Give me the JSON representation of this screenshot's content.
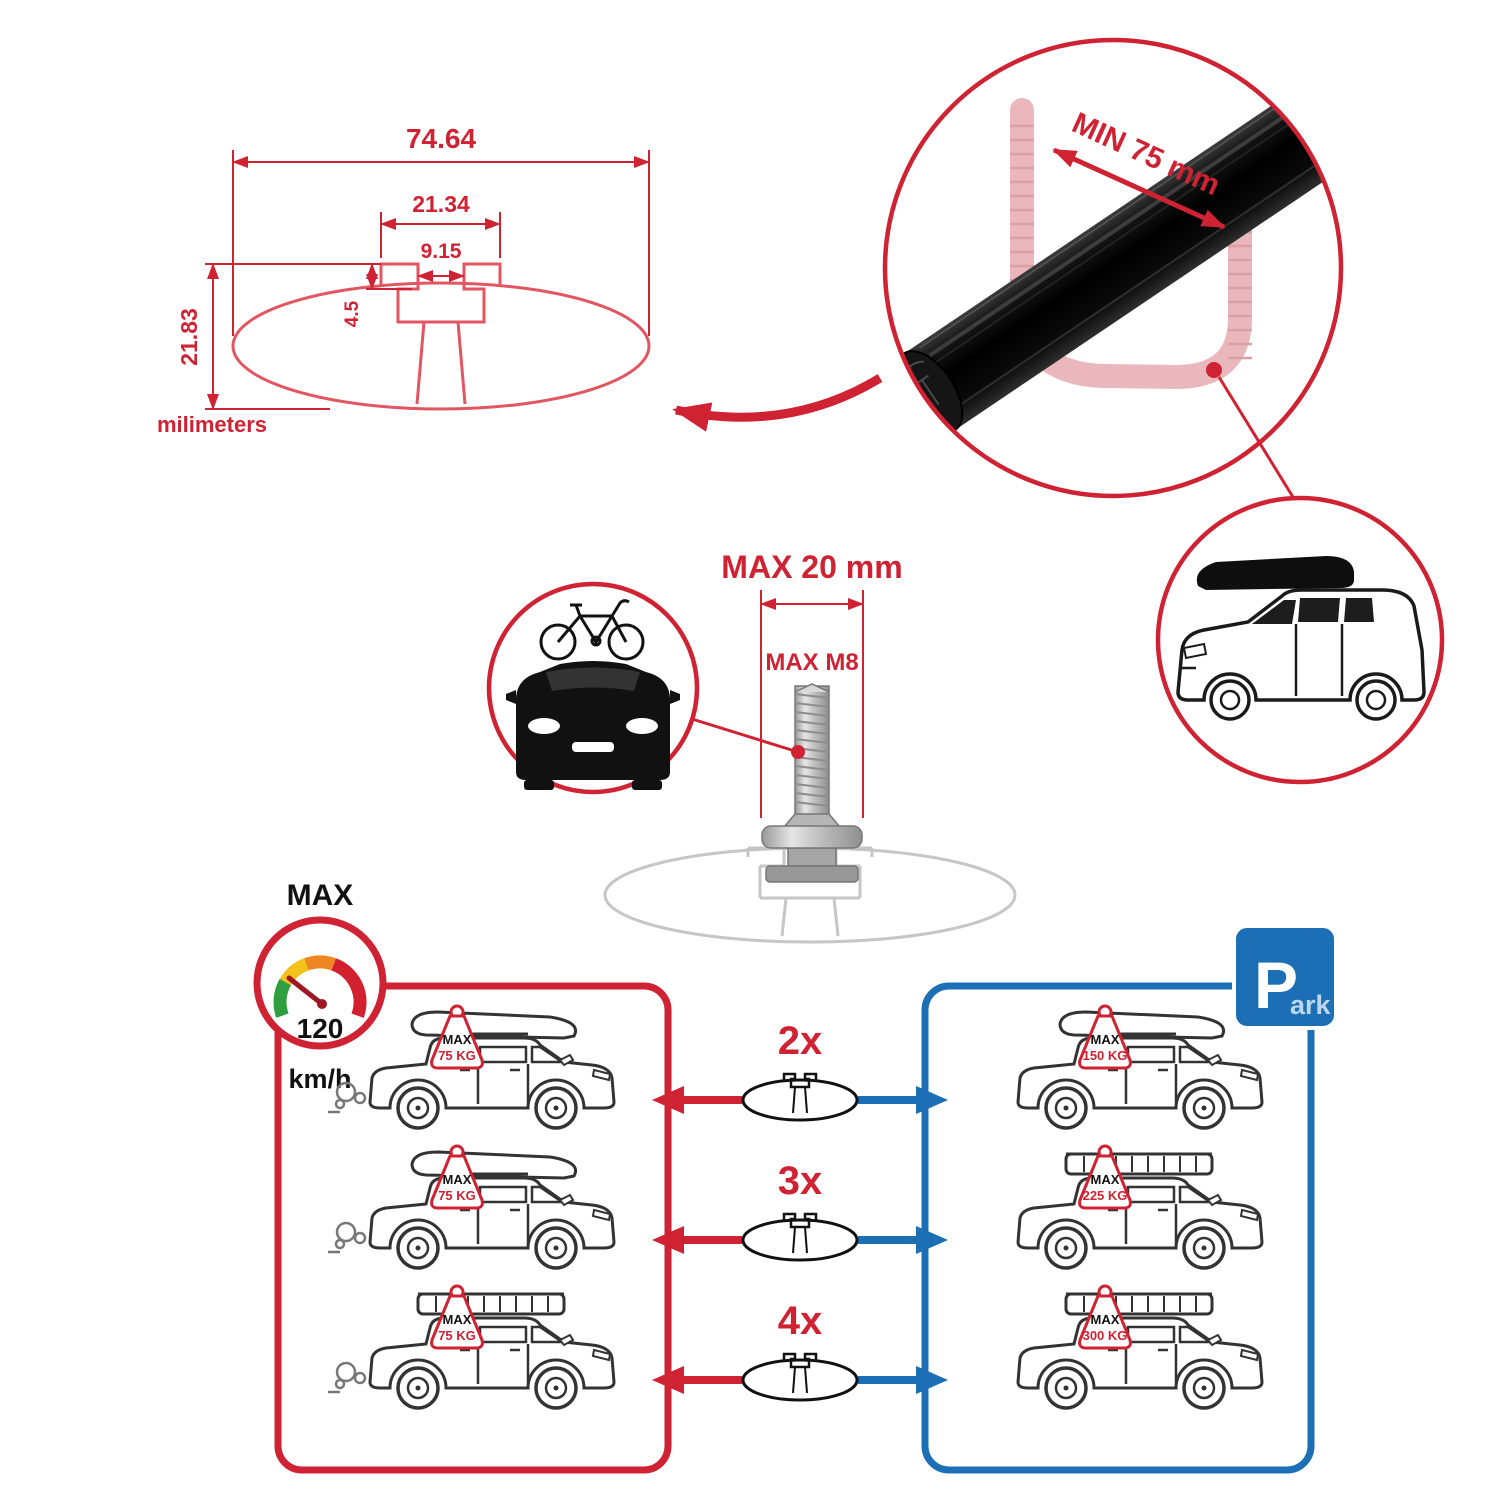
{
  "cross_section": {
    "width_total": "74.64",
    "channel_width": "21.34",
    "slot_width": "9.15",
    "lip_height": "4.5",
    "height_total": "21.83",
    "unit_label": "milimeters"
  },
  "bar_detail": {
    "min_length_label": "MIN 75 mm"
  },
  "bolt_detail": {
    "max_width_label": "MAX 20 mm",
    "max_thread_label": "MAX M8"
  },
  "speed_gauge": {
    "max_label": "MAX",
    "value": "120",
    "unit": "km/h"
  },
  "park_sign": {
    "letter": "P",
    "suffix": "ark"
  },
  "rows": [
    {
      "qty": "2x",
      "drive": {
        "max": "MAX",
        "load": "75 KG"
      },
      "park": {
        "max": "MAX",
        "load": "150 KG"
      }
    },
    {
      "qty": "3x",
      "drive": {
        "max": "MAX",
        "load": "75 KG"
      },
      "park": {
        "max": "MAX",
        "load": "225 KG"
      }
    },
    {
      "qty": "4x",
      "drive": {
        "max": "MAX",
        "load": "75 KG"
      },
      "park": {
        "max": "MAX",
        "load": "300 KG"
      }
    }
  ],
  "colors": {
    "red": "#cf2233",
    "blue": "#1c6fb4",
    "black": "#111111",
    "pink": "#e9b7bc",
    "gray": "#c6c6c6"
  }
}
